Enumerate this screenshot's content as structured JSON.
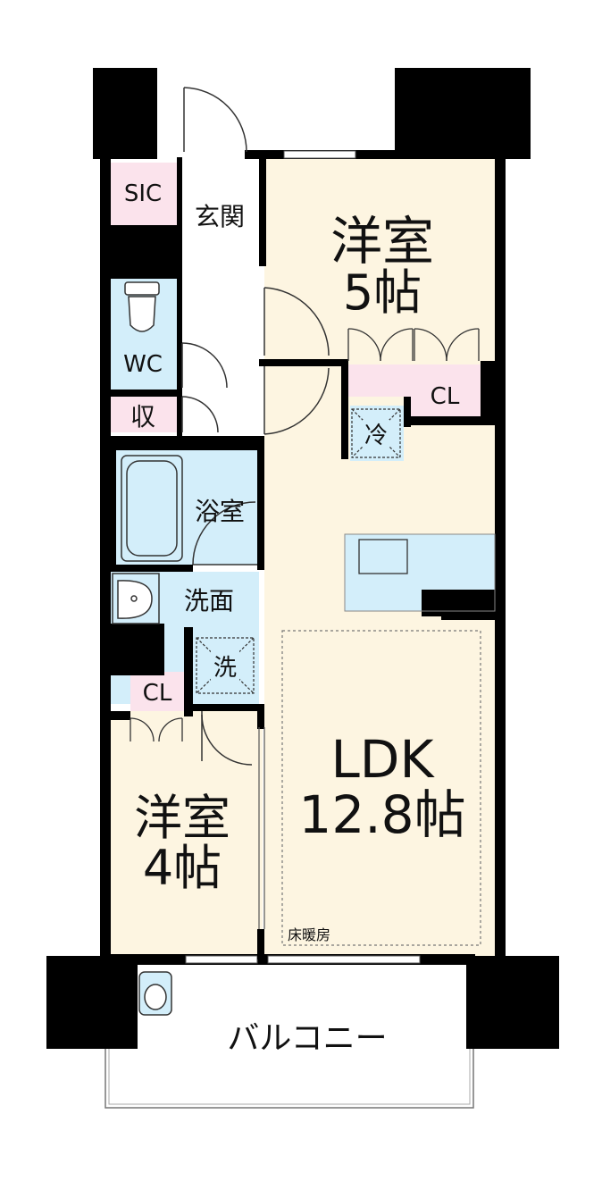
{
  "rooms": {
    "sic": "SIC",
    "genkan": "玄関",
    "bedroom1_name": "洋室",
    "bedroom1_size": "5帖",
    "wc": "WC",
    "storage": "収",
    "closet1": "CL",
    "fridge": "冷",
    "bath": "浴室",
    "washbasin": "洗面",
    "washer": "洗",
    "closet2": "CL",
    "ldk_name": "LDK",
    "ldk_size": "12.8帖",
    "bedroom2_name": "洋室",
    "bedroom2_size": "4帖",
    "floor_heating": "床暖房",
    "balcony": "バルコニー"
  },
  "colors": {
    "wall": "#000000",
    "room_floor": "#fdf5e1",
    "wet_area": "#d3eefa",
    "closet": "#fbe3ec",
    "line": "#555555"
  }
}
